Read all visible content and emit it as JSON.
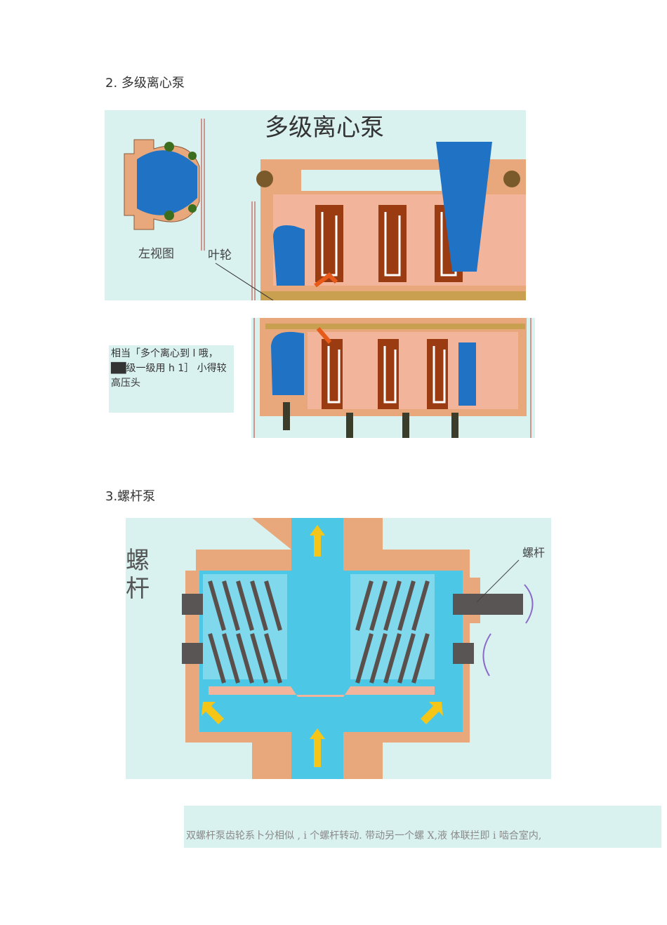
{
  "sections": {
    "multistage": {
      "heading": "2.  多级离心泵",
      "figure_title": "多级离心泵",
      "left_view_label": "左视图",
      "impeller_label": "叶轮",
      "note": "相当「多个离心到 l 哦，██级一级用 h 1］ 小得较高压头"
    },
    "screw": {
      "heading": "3.螺杆泵",
      "side_label_1": "螺",
      "side_label_2": "杆",
      "screw_label": "螺杆",
      "caption": "双螺杆泵齿轮系卜分相似        , i 个螺杆转动. 带动另一个螺 X,液  体联拦即 i 啮合室内,"
    }
  },
  "colors": {
    "panel_bg": "#d9f1ef",
    "casing": "#e8a87c",
    "dark_brown": "#9a3b12",
    "salmon": "#f2b49a",
    "blue": "#1f72c4",
    "cyan": "#4cc8e6",
    "arrow_yellow": "#f5c518"
  }
}
